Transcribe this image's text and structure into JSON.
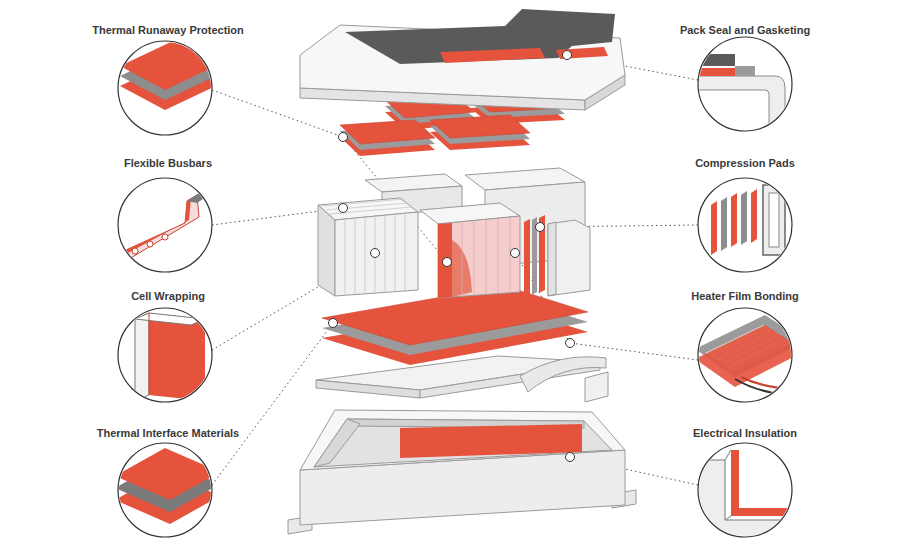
{
  "diagram": {
    "labels": [
      "Thermal Runaway Protection",
      "Pack Seal and Gasketing",
      "Flexible Busbars",
      "Compression Pads",
      "Cell Wrapping",
      "Heater Film Bonding",
      "Thermal Interface Materials",
      "Electrical Insulation"
    ]
  }
}
